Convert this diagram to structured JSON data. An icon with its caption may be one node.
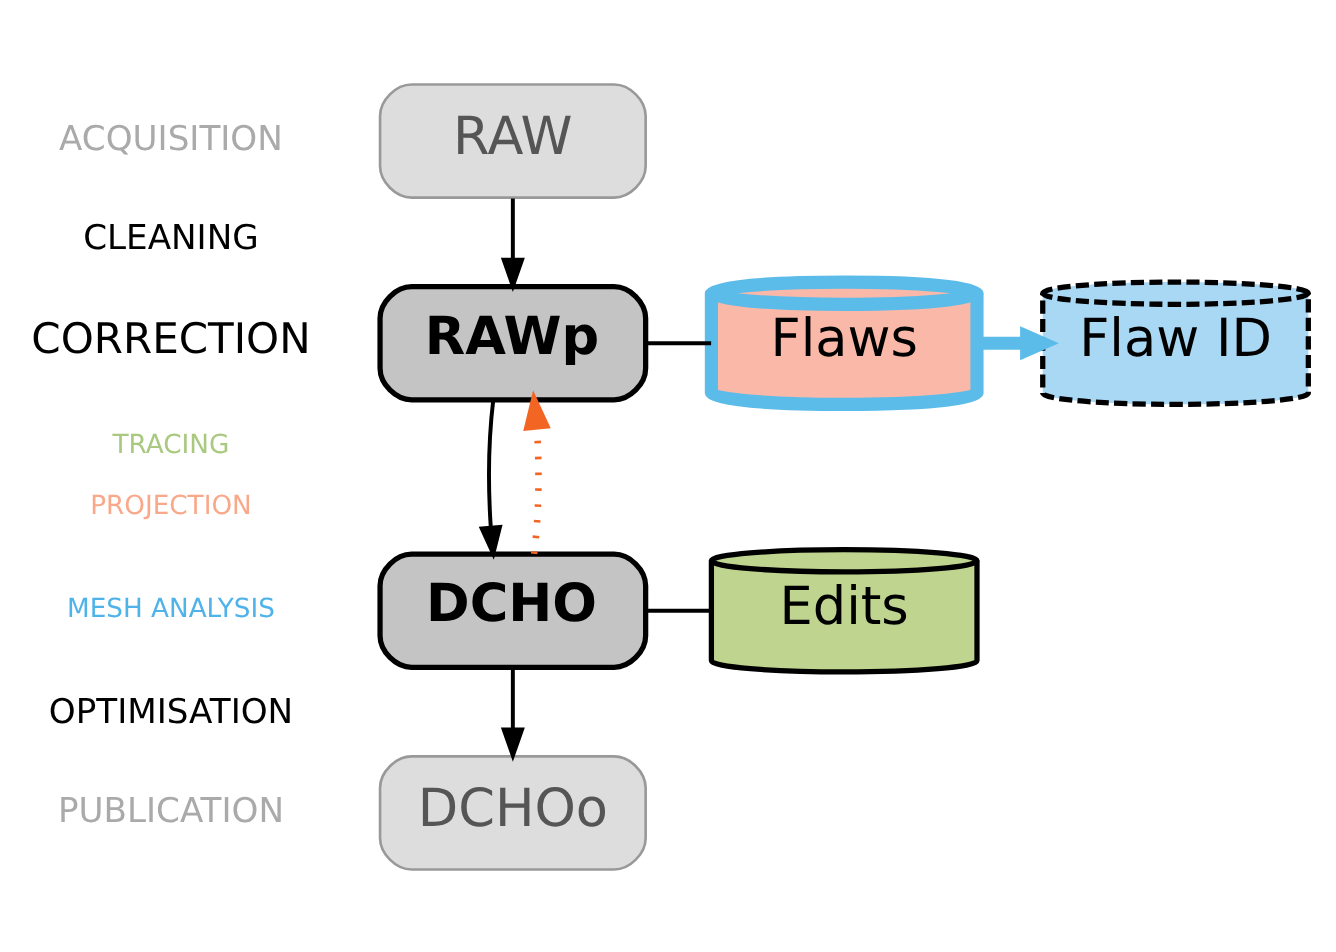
{
  "diagram": {
    "nodes": [
      {
        "text": [
          "RAW"
        ]
      },
      {
        "text": [
          "RAWp"
        ]
      },
      {
        "text": [
          "Flaws"
        ]
      },
      {
        "text": [
          "Flaw ID"
        ]
      },
      {
        "text": [
          "DCHO"
        ]
      },
      {
        "text": [
          "Edits"
        ]
      },
      {
        "text": [
          "DCHOo"
        ]
      }
    ],
    "edges": [
      {
        "from": 0,
        "to": 1,
        "arrow": "to"
      },
      {
        "from": 1,
        "to": 2,
        "arrow": "none"
      },
      {
        "from": 2,
        "to": 3,
        "arrow": "to",
        "style": "thick",
        "color": "#5bbce9"
      },
      {
        "from": 1,
        "to": 4,
        "arrow": "to"
      },
      {
        "from": 4,
        "to": 1,
        "arrow": "to",
        "style": "dashed",
        "color": "#f26522"
      },
      {
        "from": 4,
        "to": 5,
        "arrow": "none"
      },
      {
        "from": 4,
        "to": 6,
        "arrow": "to"
      }
    ],
    "labels": [
      "ACQUISITION",
      "CLEANING",
      "CORRECTION",
      "TRACING",
      "PROJECTION",
      "MESH ANALYSIS",
      "OPTIMISATION",
      "PUBLICATION"
    ]
  }
}
